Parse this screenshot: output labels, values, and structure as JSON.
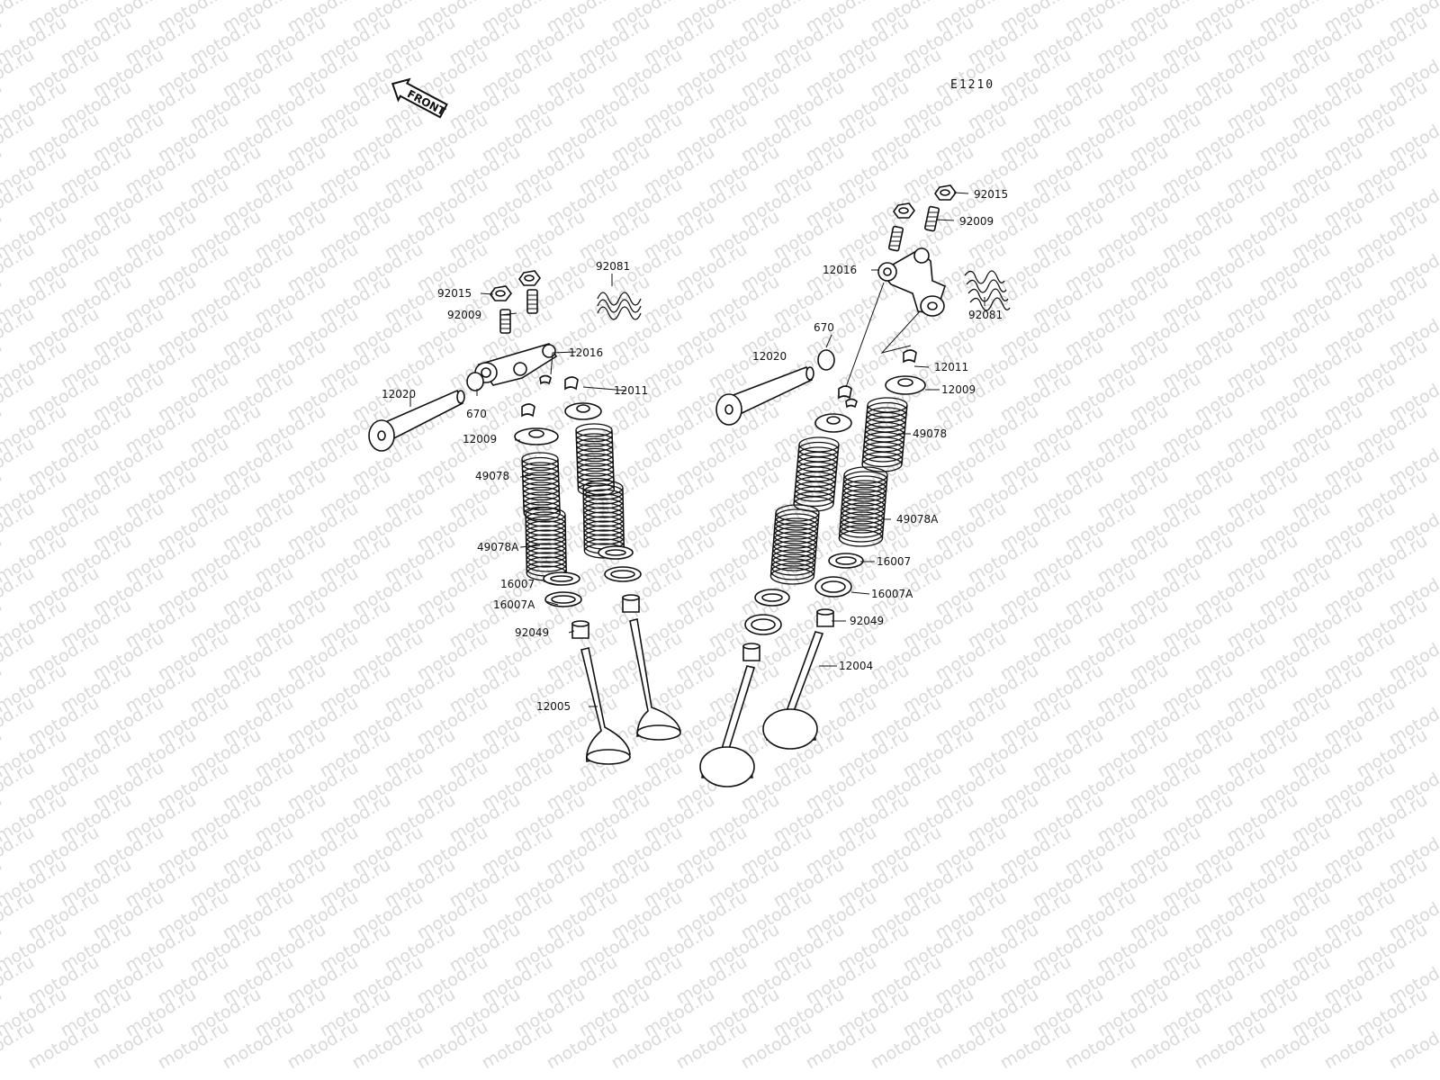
{
  "diagram": {
    "code": "E1210",
    "front_label": "FRONT",
    "watermark_text": "motod.ru",
    "colors": {
      "ink": "#111111",
      "watermark": "#d9d9d9",
      "background": "#ffffff"
    },
    "left_labels": {
      "rocker_nut": "92015",
      "adjust_screw": "92009",
      "rocker_spring": "92081",
      "rocker_arm": "12016",
      "rocker_shaft": "12020",
      "o_ring": "670",
      "cotter": "12011",
      "retainer": "12009",
      "outer_spring": "49078",
      "inner_spring": "49078A",
      "seat": "16007",
      "seat_a": "16007A",
      "stem_seal": "92049",
      "valve": "12005"
    },
    "right_labels": {
      "rocker_nut": "92015",
      "adjust_screw": "92009",
      "rocker_arm": "12016",
      "rocker_spring": "92081",
      "o_ring": "670",
      "rocker_shaft": "12020",
      "cotter": "12011",
      "retainer": "12009",
      "outer_spring": "49078",
      "inner_spring": "49078A",
      "seat": "16007",
      "seat_a": "16007A",
      "stem_seal": "92049",
      "valve": "12004"
    }
  }
}
